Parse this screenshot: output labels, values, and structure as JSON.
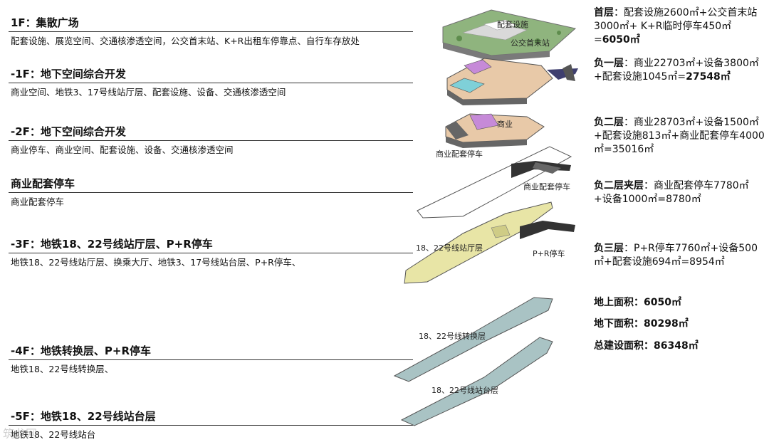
{
  "floors": [
    {
      "title": "1F：集散广场",
      "desc": "配套设施、展览空间、交通核渗透空间，公交首末站、K+R出租车停靠点、自行车存放处"
    },
    {
      "title": "-1F：地下空间综合开发",
      "desc": "商业空间、地铁3、17号线站厅层、配套设施、设备、交通核渗透空间"
    },
    {
      "title": "-2F：地下空间综合开发",
      "desc": "商业停车、商业空间、配套设施、设备、交通核渗透空间"
    },
    {
      "title": "商业配套停车",
      "desc": "商业配套停车"
    },
    {
      "title": "-3F：地铁18、22号线站厅层、P+R停车",
      "desc": "地铁18、22号线站厅层、换乘大厅、地铁3、17号线站台层、P+R停车、"
    },
    {
      "title": "-4F：地铁转换层、P+R停车",
      "desc": "地铁18、22号线转换层、"
    },
    {
      "title": "-5F：地铁18、22号线站台层",
      "desc": "地铁18、22号线站台"
    }
  ],
  "diagram_labels": {
    "l0a": "配套设施",
    "l0b": "公交首末站",
    "l2": "商业",
    "l2b": "商业配套停车",
    "l3": "商业配套停车",
    "l4a": "18、22号线站厅层",
    "l4b": "P+R停车",
    "l5": "18、22号线转换层",
    "l6": "18、22号线站台层"
  },
  "stats": [
    {
      "head": "首层",
      "body": "：配套设施2600㎡+公交首末站3000㎡+ K+R临时停车450㎡=",
      "total": "6050㎡"
    },
    {
      "head": "负一层",
      "body": "：商业22703㎡+设备3800㎡+配套设施1045㎡=",
      "total": "27548㎡"
    },
    {
      "head": "负二层",
      "body": "：商业28703㎡+设备1500㎡+配套设施813㎡+商业配套停车4000㎡=35016㎡",
      "total": ""
    },
    {
      "head": "负二层夹层",
      "body": "：商业配套停车7780㎡+设备1000㎡=8780㎡",
      "total": ""
    },
    {
      "head": "负三层",
      "body": "：P+R停车7760㎡+设备500㎡+配套设施694㎡=8954㎡",
      "total": ""
    }
  ],
  "totals": [
    "地上面积：6050㎡",
    "地下面积：80298㎡",
    "总建设面积：86348㎡"
  ],
  "watermark": "筑龙网"
}
